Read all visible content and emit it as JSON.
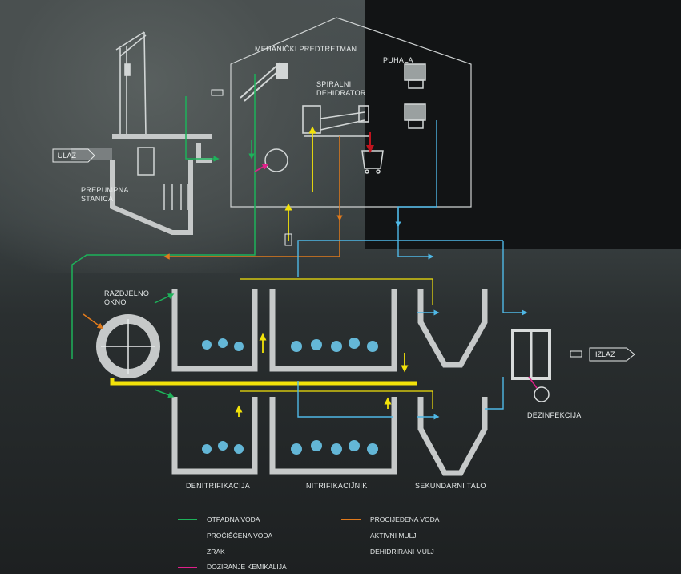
{
  "labels": {
    "mehanicki": "MEHANIČKI PREDTRETMAN",
    "puhala": "PUHALA",
    "spiralni": "SPIRALNI",
    "dehidrator": "DEHIDRATOR",
    "prepumpna": "PREPUMPNA",
    "stanica": "STANICA",
    "razdjelno": "RAZDJELNO",
    "okno": "OKNO",
    "denitrifikacija": "DENITRIFIKACIJA",
    "nitrifikacija": "NITRIFIKACIJ̈NIK",
    "sekundarni": "SEKUNDARNI TALO",
    "dezinfekcija": "DEZINFEKCIJA"
  },
  "tags": {
    "ulaz": "ULAZ",
    "izlaz": "IZLAZ"
  },
  "legend": [
    {
      "label": "OTPADNA VODA",
      "color": "#1db25a",
      "style": "solid"
    },
    {
      "label": "PROČIŠĆENA VODA",
      "color": "#4fb8e6",
      "style": "dashed"
    },
    {
      "label": "ZRAK",
      "color": "#8fd0ef",
      "style": "solid"
    },
    {
      "label": "DOZIRANJE KEMIKALIJA",
      "color": "#e0208a",
      "style": "solid"
    },
    {
      "label": "PROCIJEĐENA VODA",
      "color": "#e07a1c",
      "style": "solid"
    },
    {
      "label": "AKTIVNI MULJ",
      "color": "#f2e20a",
      "style": "solid"
    },
    {
      "label": "DEHIDRIRANI MULJ",
      "color": "#c0141e",
      "style": "solid"
    }
  ],
  "colors": {
    "green": "#1db25a",
    "blue": "#4fb8e6",
    "air": "#8fd0ef",
    "magenta": "#e0208a",
    "orange": "#e07a1c",
    "yellow": "#f2e20a",
    "red": "#c0141e",
    "structure": "#c6c9c9"
  }
}
